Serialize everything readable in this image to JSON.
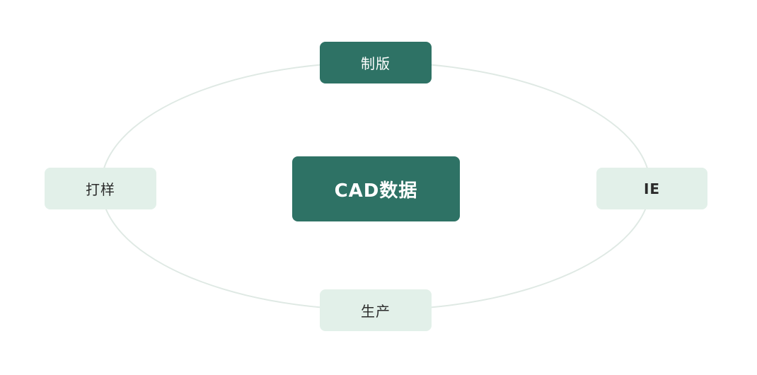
{
  "diagram": {
    "center": {
      "label": "CAD数据"
    },
    "top": {
      "label": "制版"
    },
    "left": {
      "label": "打样"
    },
    "right": {
      "label": "IE"
    },
    "bottom": {
      "label": "生产"
    }
  },
  "colors": {
    "node_dark": "#2e7265",
    "node_light": "#e2f0e9",
    "ellipse_stroke": "#dfe9e4",
    "text_dark": "#2b2b2b",
    "text_light": "#ffffff"
  }
}
